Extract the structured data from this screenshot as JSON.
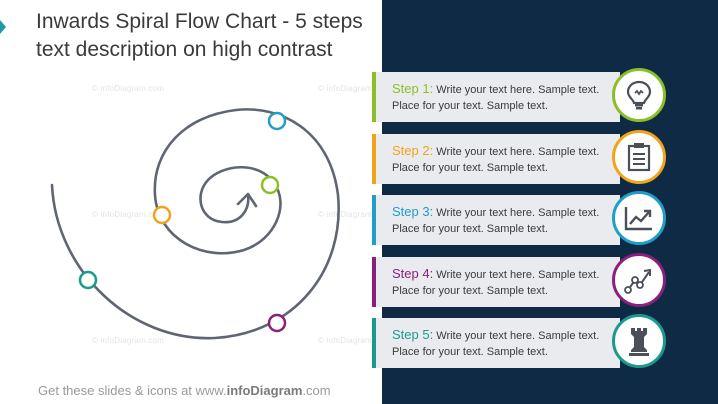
{
  "title": "Inwards Spiral Flow Chart - 5 steps text description on high contrast",
  "watermark_text": "© infoDiagram.com",
  "footer": {
    "prefix": "Get these slides & icons at www.",
    "brand": "infoDiagram",
    "suffix": ".com"
  },
  "colors": {
    "dark_panel": "#0f2a44",
    "spiral": "#5f6672",
    "step1": "#8bbf2a",
    "step2": "#f2a31b",
    "step3": "#1f9ec9",
    "step4": "#8a1f7c",
    "step5": "#1a9a8e"
  },
  "steps": [
    {
      "label": "Step 1:",
      "text": "Write your text here. Sample text. Place for your text. Sample text.",
      "icon": "lightbulb-icon"
    },
    {
      "label": "Step 2:",
      "text": "Write your text here. Sample text. Place for your text. Sample text.",
      "icon": "clipboard-icon"
    },
    {
      "label": "Step 3:",
      "text": "Write your text here. Sample text. Place for your text. Sample text.",
      "icon": "trend-chart-icon"
    },
    {
      "label": "Step 4:",
      "text": "Write your text here. Sample text. Place for your text. Sample text.",
      "icon": "line-graph-icon"
    },
    {
      "label": "Step 5:",
      "text": "Write your text here. Sample text. Place for your text. Sample text.",
      "icon": "chess-rook-icon"
    }
  ]
}
